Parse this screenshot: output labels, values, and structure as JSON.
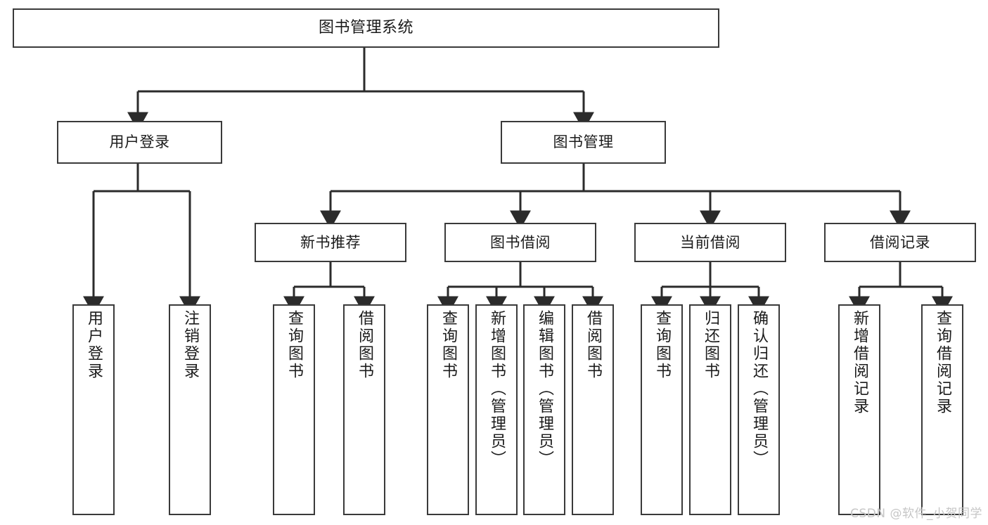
{
  "diagram": {
    "title": "图书管理系统",
    "type": "tree",
    "root": {
      "label": "图书管理系统"
    },
    "level2": [
      {
        "label": "用户登录"
      },
      {
        "label": "图书管理"
      }
    ],
    "level3": [
      {
        "label": "新书推荐"
      },
      {
        "label": "图书借阅"
      },
      {
        "label": "当前借阅"
      },
      {
        "label": "借阅记录"
      }
    ],
    "leaves": {
      "user_login": [
        {
          "label": "用户登录"
        },
        {
          "label": "注销登录"
        }
      ],
      "new_book_recommend": [
        {
          "label": "查询图书"
        },
        {
          "label": "借阅图书"
        }
      ],
      "book_borrow": [
        {
          "label": "查询图书"
        },
        {
          "label": "新增图书（管理员）"
        },
        {
          "label": "编辑图书（管理员）"
        },
        {
          "label": "借阅图书"
        }
      ],
      "current_borrow": [
        {
          "label": "查询图书"
        },
        {
          "label": "归还图书"
        },
        {
          "label": "确认归还（管理员）"
        }
      ],
      "borrow_record": [
        {
          "label": "新增借阅记录"
        },
        {
          "label": "查询借阅记录"
        }
      ]
    },
    "colors": {
      "border": "#3a3a3a",
      "line": "#2b2b2b",
      "text": "#1b1b1b",
      "background": "#ffffff",
      "watermark": "#c6c6c6"
    }
  },
  "watermark": {
    "text": "CSDN @软件_小贺同学"
  }
}
